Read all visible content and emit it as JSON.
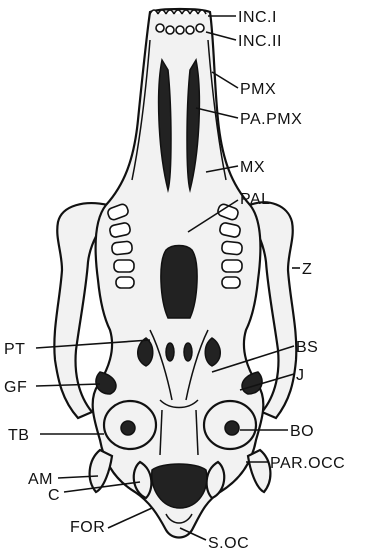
{
  "figure": {
    "labels": {
      "inc1": "INC.I",
      "inc2": "INC.II",
      "pmx": "PMX",
      "papmx": "PA.PMX",
      "mx": "MX",
      "pal": "PAL",
      "z": "Z",
      "pt": "PT",
      "bs": "BS",
      "gf": "GF",
      "j": "J",
      "tb": "TB",
      "bo": "BO",
      "am": "AM",
      "parocc": "PAR.OCC",
      "c": "C",
      "for": "FOR",
      "soc": "S.OC"
    }
  }
}
